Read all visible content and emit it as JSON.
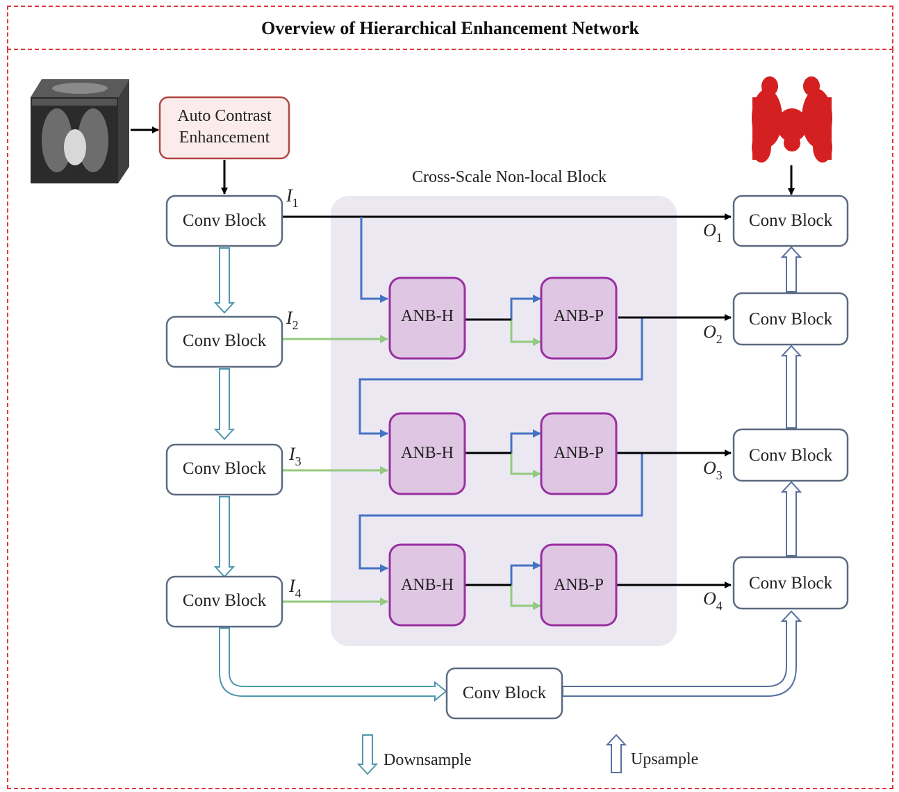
{
  "title": "Overview of Hierarchical Enhancement Network",
  "input_image": "ct-scan-volume",
  "output_image": "vessel-segmentation-3d",
  "auto_contrast": {
    "line1": "Auto Contrast",
    "line2": "Enhancement"
  },
  "nonlocal_label": "Cross-Scale Non-local Block",
  "conv_label": "Conv Block",
  "anb_h": "ANB-H",
  "anb_p": "ANB-P",
  "inputs": [
    {
      "sym": "I",
      "sub": "1"
    },
    {
      "sym": "I",
      "sub": "2"
    },
    {
      "sym": "I",
      "sub": "3"
    },
    {
      "sym": "I",
      "sub": "4"
    }
  ],
  "outputs": [
    {
      "sym": "O",
      "sub": "1"
    },
    {
      "sym": "O",
      "sub": "2"
    },
    {
      "sym": "O",
      "sub": "3"
    },
    {
      "sym": "O",
      "sub": "4"
    }
  ],
  "legend": {
    "down": "Downsample",
    "up": "Upsample"
  },
  "colors": {
    "frame": "#e0393f",
    "conv_border": "#5b6a80",
    "auto_border": "#b0463f",
    "auto_fill": "#fbeceb",
    "anb_fill": "#dfc6e3",
    "anb_border": "#9a2fa1",
    "panel": "#ebe8f2",
    "blue_line": "#4472c4",
    "green_line": "#93c97e",
    "down_arrow": "#4f97ae",
    "up_arrow": "#56709e",
    "vessel": "#d42020"
  }
}
